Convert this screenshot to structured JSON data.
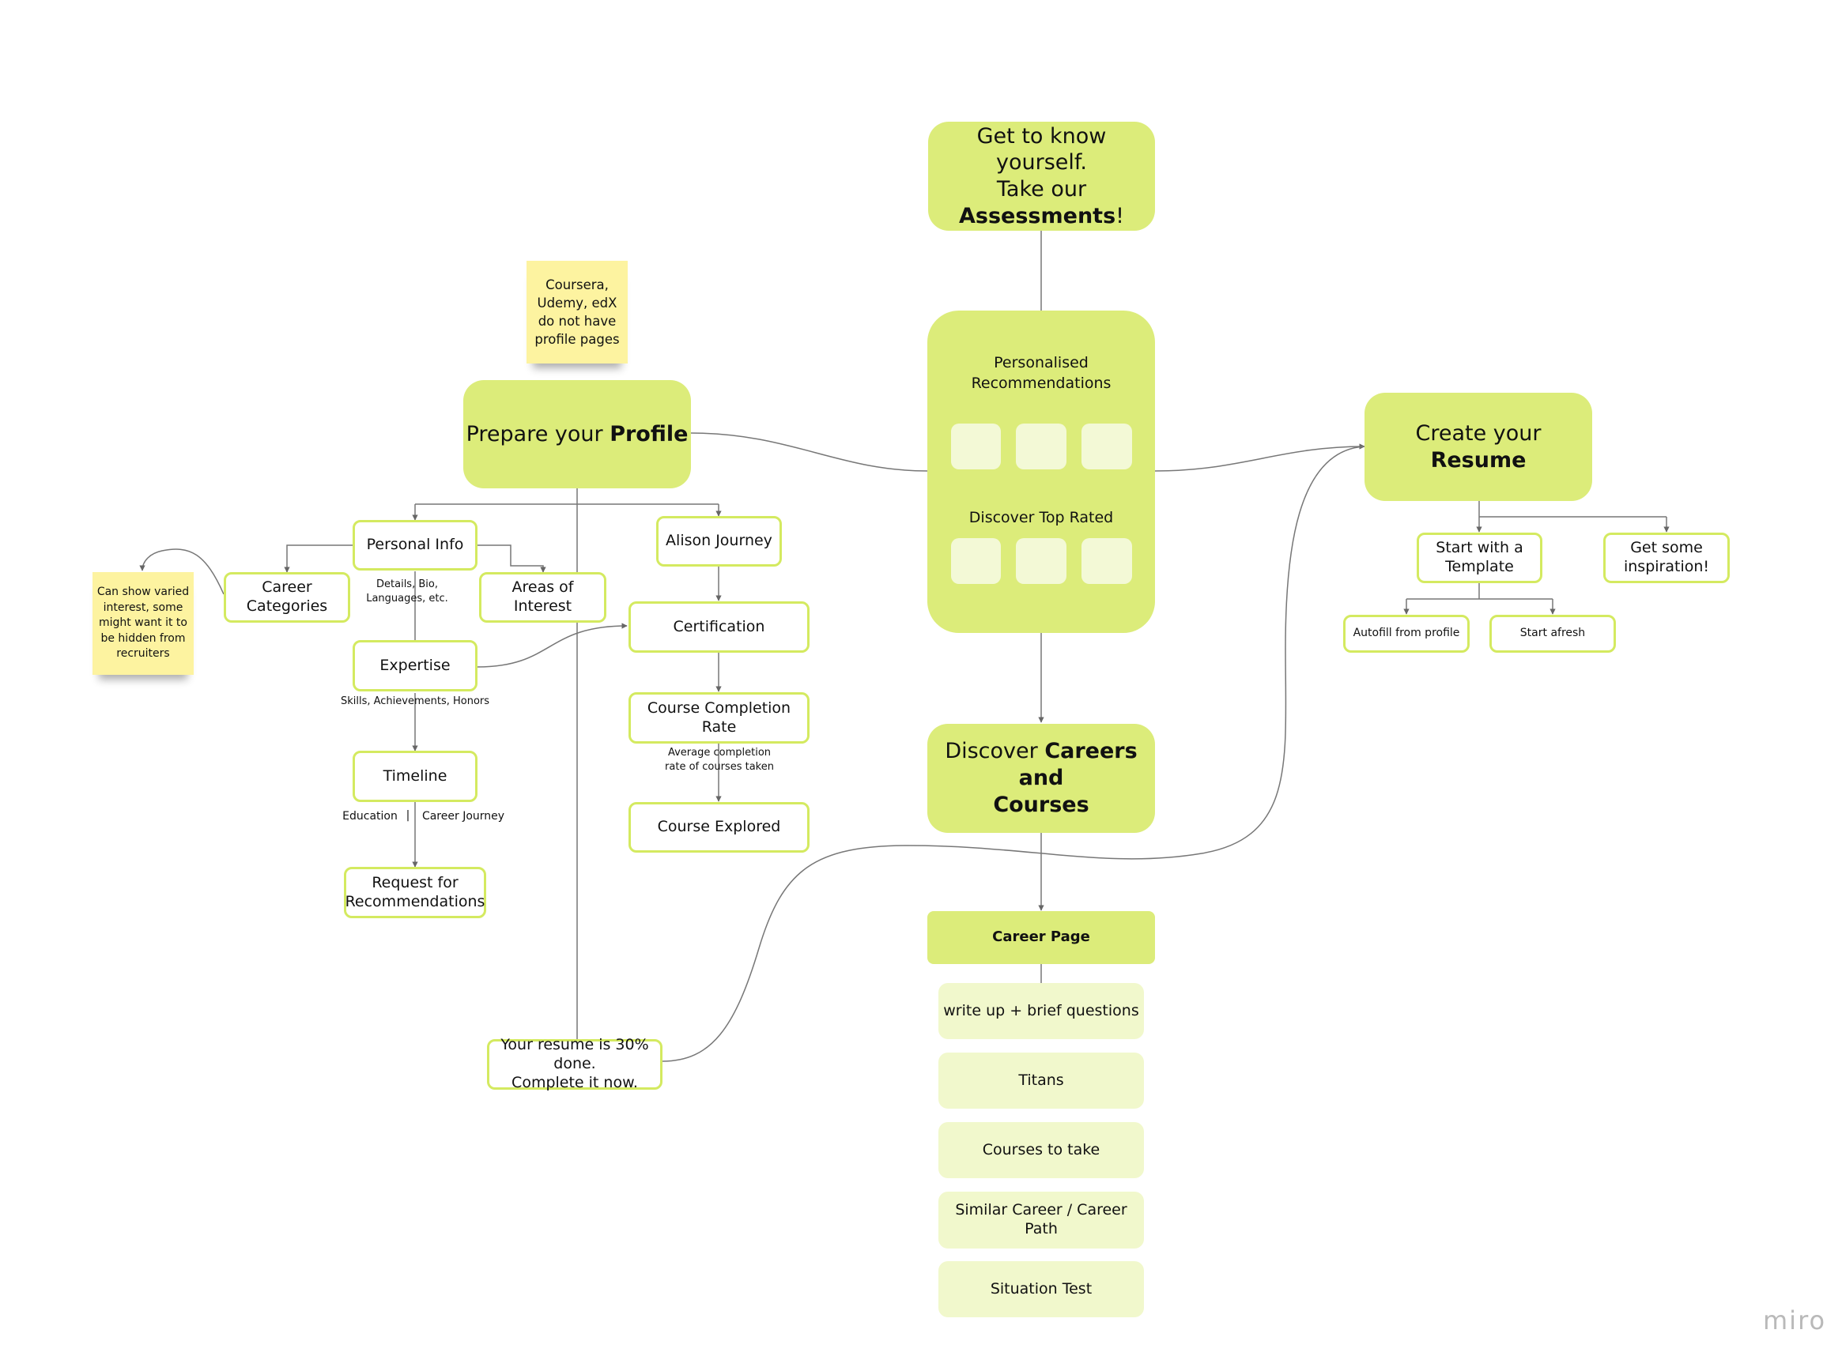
{
  "assessments": {
    "line1": "Get to know yourself.",
    "line2": "Take our",
    "bold": "Assessments",
    "suffix": "!"
  },
  "recommendations": {
    "title_line1": "Personalised",
    "title_line2": "Recommendations",
    "top_rated": "Discover Top Rated"
  },
  "profile": {
    "prefix": "Prepare your ",
    "bold": "Profile"
  },
  "resume": {
    "prefix": "Create your ",
    "bold": "Resume"
  },
  "careers": {
    "prefix": "Discover ",
    "bold_line1": "Careers and",
    "bold_line2": "Courses"
  },
  "sticky_notes": {
    "platforms": [
      "Coursera,",
      "Udemy, edX",
      "do not have",
      "profile pages"
    ],
    "interests": [
      "Can show varied",
      "interest, some",
      "might want it to",
      "be hidden from",
      "recruiters"
    ]
  },
  "profile_nodes": {
    "personal_info": "Personal Info",
    "personal_info_note_line1": "Details, Bio,",
    "personal_info_note_line2": "Languages, etc.",
    "career_categories": "Career Categories",
    "areas_of_interest": "Areas of Interest",
    "expertise": "Expertise",
    "expertise_note": "Skills, Achievements, Honors",
    "timeline": "Timeline",
    "timeline_education": "Education",
    "timeline_separator": "|",
    "timeline_career": "Career Journey",
    "request_line1": "Request for",
    "request_line2": "Recommendations",
    "alison_journey": "Alison Journey",
    "certification": "Certification",
    "completion_rate": "Course Completion Rate",
    "completion_note_line1": "Average completion",
    "completion_note_line2": "rate of courses taken",
    "course_explored": "Course Explored",
    "resume_progress_line1": "Your resume is 30% done.",
    "resume_progress_line2": "Complete it now."
  },
  "resume_nodes": {
    "template_line1": "Start with a",
    "template_line2": "Template",
    "inspiration_line1": "Get some",
    "inspiration_line2": "inspiration!",
    "autofill": "Autofill from profile",
    "afresh": "Start afresh"
  },
  "career_page": {
    "title": "Career Page",
    "items": [
      "write up + brief questions",
      "Titans",
      "Courses to take",
      "Similar Career / Career Path",
      "Situation Test"
    ]
  },
  "watermark": "miro",
  "colors": {
    "accent": "#dcec7a",
    "outline": "#d4ea60",
    "pale": "#f1f8cc",
    "sticky": "#fdf3a0",
    "connector": "#666666"
  }
}
